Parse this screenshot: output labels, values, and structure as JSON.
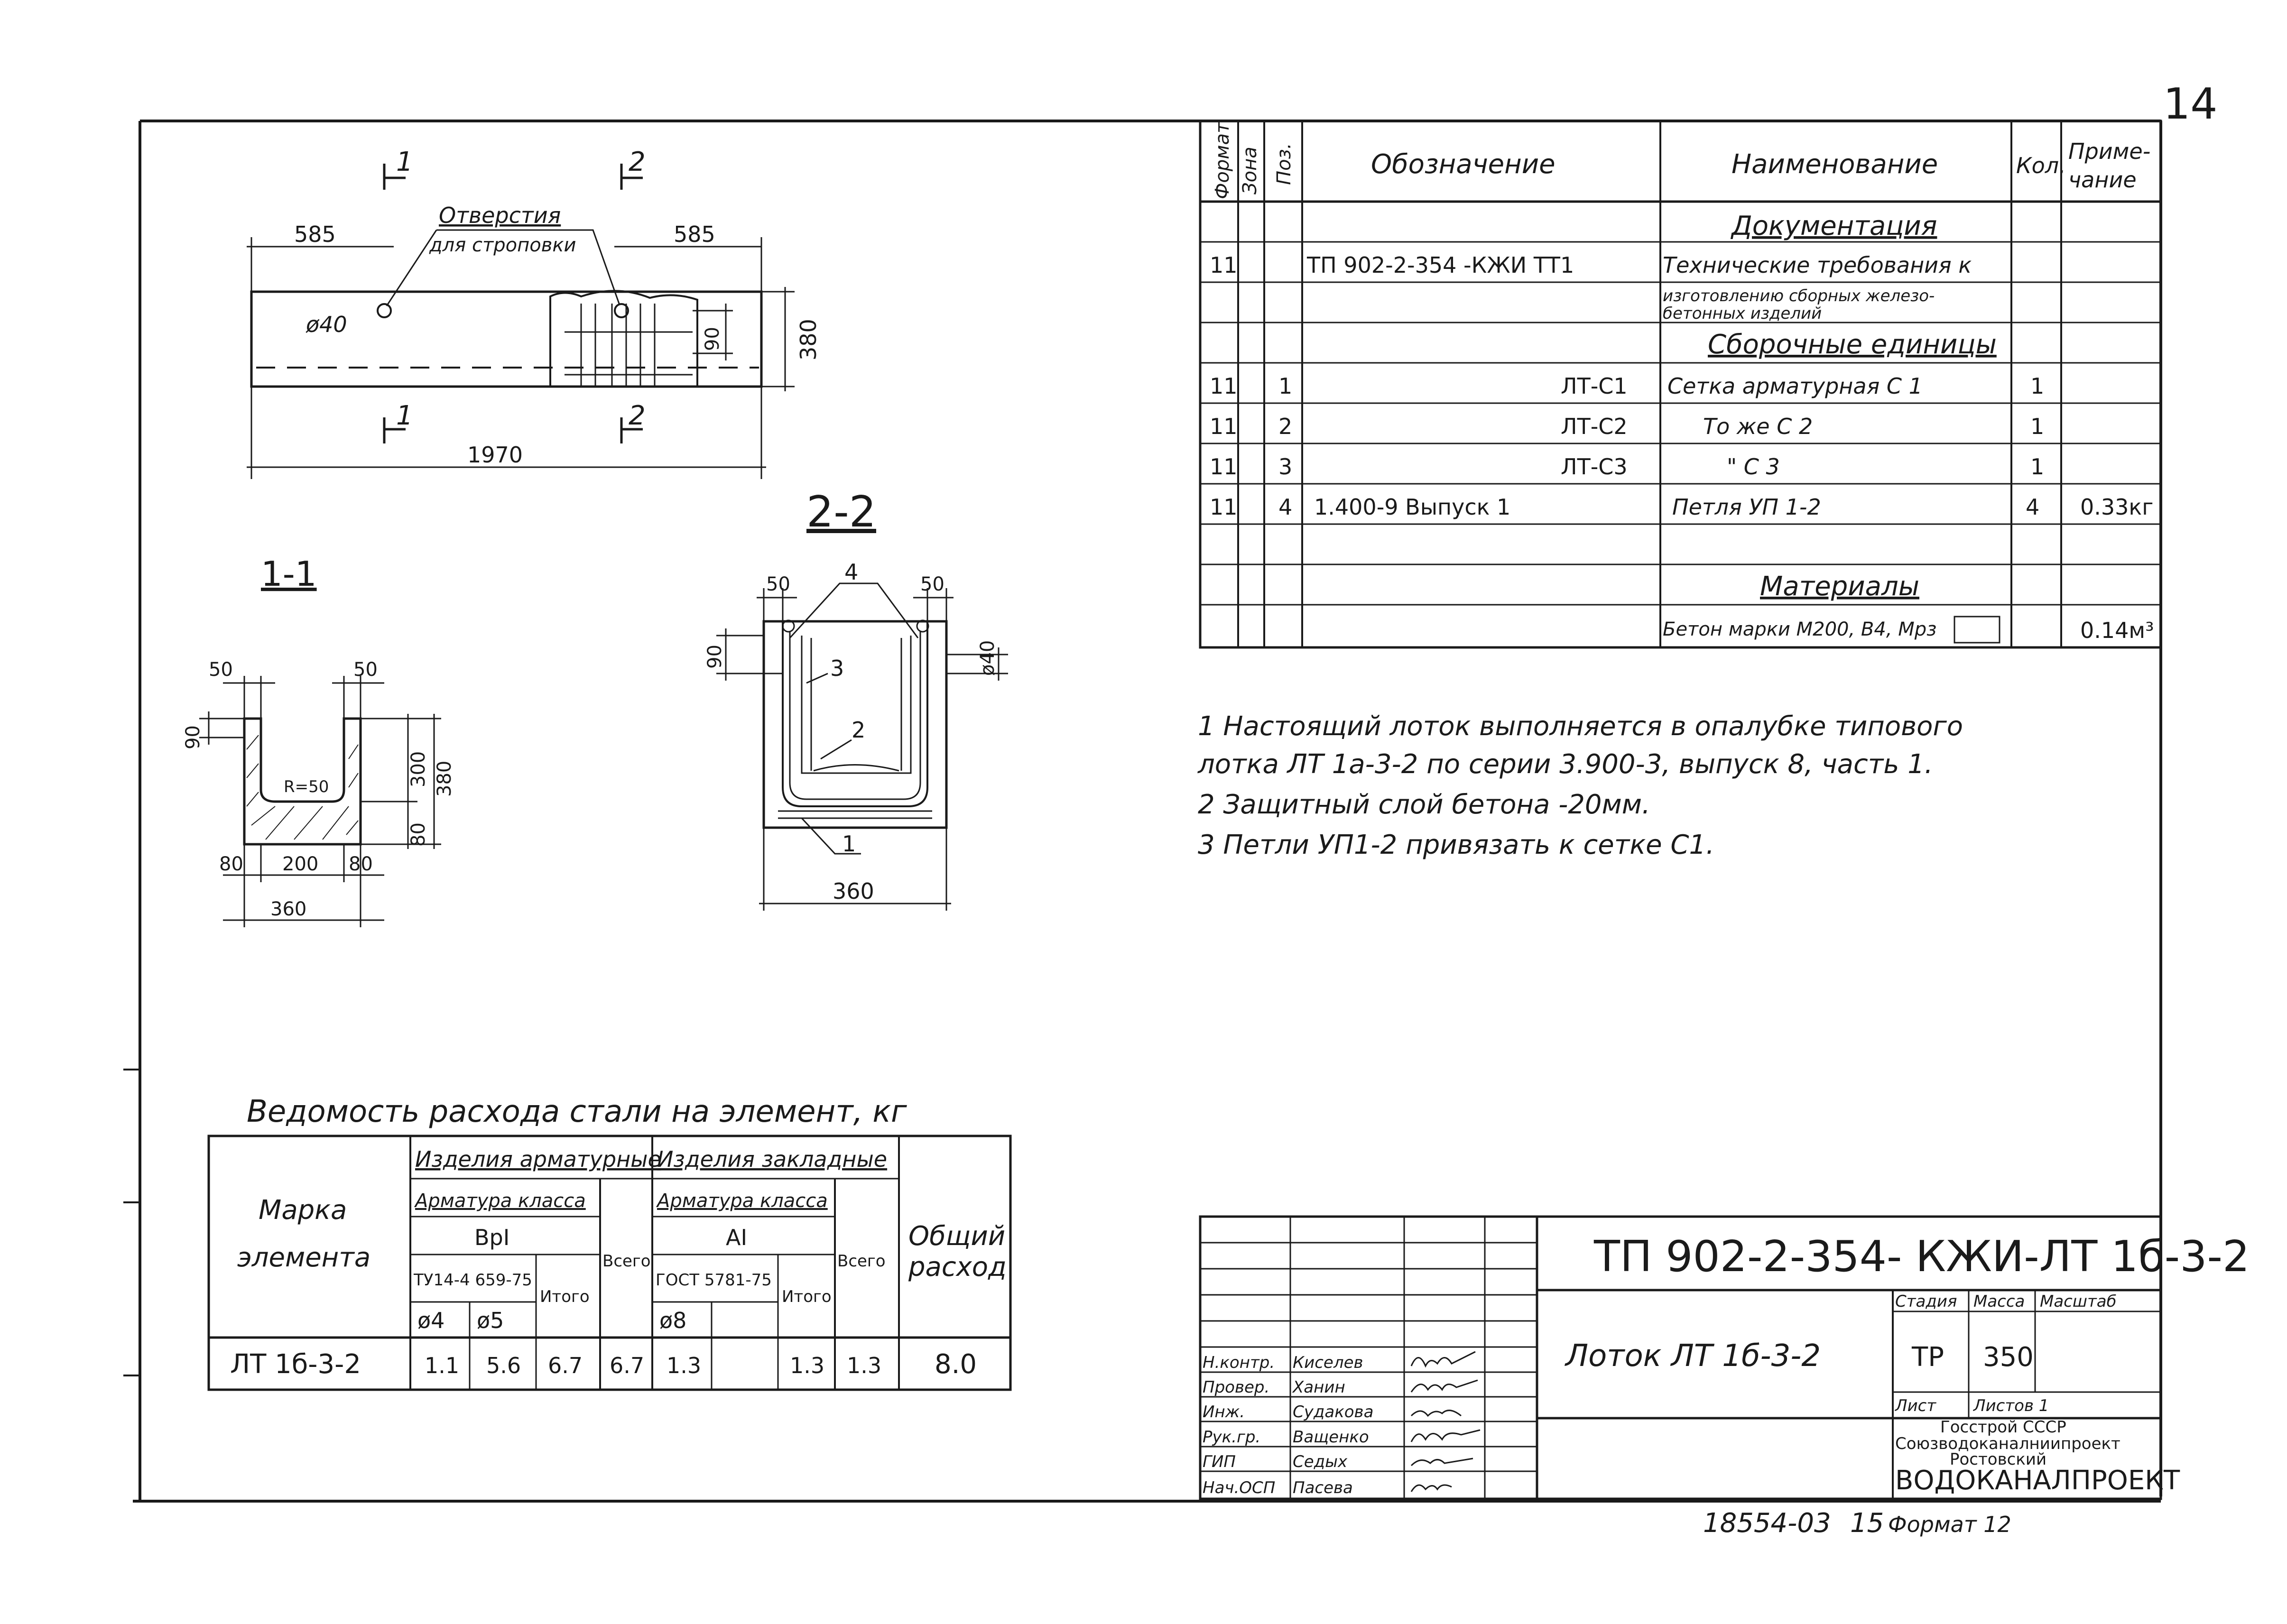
{
  "sheet": {
    "page_number": "14",
    "footer_code": "18554-03",
    "footer_sheet": "15",
    "footer_format": "Формат 12"
  },
  "plan": {
    "section_1_label": "1",
    "section_2_label": "2",
    "holes_label_line1": "Отверстия",
    "holes_label_line2": "для строповки",
    "dim_left": "585",
    "dim_right": "585",
    "dim_total": "1970",
    "dim_height": "380",
    "dim_90": "90",
    "hole_dia": "ø40"
  },
  "section_1_1": {
    "title": "1-1",
    "dim_50_left": "50",
    "dim_50_right": "50",
    "dim_90": "90",
    "radius": "R=50",
    "dim_300": "300",
    "dim_380": "380",
    "dim_80_side": "80",
    "dim_80_left": "80",
    "dim_200": "200",
    "dim_80_right": "80",
    "dim_360": "360"
  },
  "section_2_2": {
    "title": "2-2",
    "dim_50_left": "50",
    "dim_50_right": "50",
    "pos_4": "4",
    "pos_3": "3",
    "pos_2": "2",
    "pos_1": "1",
    "dim_90": "90",
    "hole_dia": "ø40",
    "dim_360": "360"
  },
  "spec": {
    "headers": {
      "format": "Формат",
      "zone": "Зона",
      "pos": "Поз.",
      "designation": "Обозначение",
      "name": "Наименование",
      "qty": "Кол.",
      "note_line1": "Приме-",
      "note_line2": "чание"
    },
    "section_documentation": "Документация",
    "section_assembly": "Сборочные единицы",
    "section_materials": "Материалы",
    "rows": [
      {
        "format": "11",
        "pos": "",
        "designation": "ТП 902-2-354  -КЖИ ТТ1",
        "name": "Технические требования к",
        "qty": "",
        "note": ""
      },
      {
        "format": "",
        "pos": "",
        "designation": "",
        "name": "изготовлению сборных железо-",
        "qty": "",
        "note": ""
      },
      {
        "format": "",
        "pos": "",
        "designation": "",
        "name": "бетонных изделий",
        "qty": "",
        "note": ""
      },
      {
        "format": "11",
        "pos": "1",
        "designation": "ЛТ-С1",
        "name": "Сетка  арматурная   С 1",
        "qty": "1",
        "note": ""
      },
      {
        "format": "11",
        "pos": "2",
        "designation": "ЛТ-С2",
        "name": "То   же                С 2",
        "qty": "1",
        "note": ""
      },
      {
        "format": "11",
        "pos": "3",
        "designation": "ЛТ-С3",
        "name": "\"                       С 3",
        "qty": "1",
        "note": ""
      },
      {
        "format": "11",
        "pos": "4",
        "designation": "1.400-9   Выпуск 1",
        "name": "Петля       УП 1-2",
        "qty": "4",
        "note": "0.33кг"
      },
      {
        "format": "",
        "pos": "",
        "designation": "",
        "name": "Бетон марки М200, В4, Мрз",
        "qty": "",
        "note": "0.14м³"
      }
    ]
  },
  "notes": [
    "1   Настоящий лоток выполняется в опалубке типового",
    "     лотка ЛТ 1а-3-2 по серии 3.900-3, выпуск 8, часть 1.",
    "2   Защитный слой бетона -20мм.",
    "3   Петли УП1-2 привязать к сетке С1."
  ],
  "steel": {
    "title": "Ведомость  расхода  стали  на  элемент,  кг",
    "col_mark_line1": "Марка",
    "col_mark_line2": "элемента",
    "group_rebar": "Изделия арматурные",
    "group_embedded": "Изделия закладные",
    "sub_rebar_class": "Арматура класса",
    "sub_embed_class": "Арматура класса",
    "class_bp": "ВрI",
    "class_a": "AI",
    "std_bp": "ТУ14-4 659-75",
    "std_a": "ГОСТ 5781-75",
    "itogo": "Итого",
    "vsego": "Всего",
    "total_line1": "Общий",
    "total_line2": "расход",
    "d4": "ø4",
    "d5": "ø5",
    "d8": "ø8",
    "row": {
      "mark": "ЛТ 1б-3-2",
      "v_d4": "1.1",
      "v_d5": "5.6",
      "v_itogo": "6.7",
      "v_vsego": "6.7",
      "v_d8": "1.3",
      "v_itogo2": "1.3",
      "v_vsego2": "1.3",
      "v_total": "8.0"
    }
  },
  "title_block": {
    "doc_code": "ТП 902-2-354- КЖИ-ЛТ 1б-3-2",
    "object_name": "Лоток  ЛТ 1б-3-2",
    "col_stage": "Стадия",
    "col_mass": "Масса",
    "col_scale": "Масштаб",
    "stage": "ТР",
    "mass": "350",
    "sheet_label": "Лист",
    "sheets_label": "Листов 1",
    "org_line1": "Госстрой СССР",
    "org_line2": "Союзводоканалниипроект",
    "org_line3": "Ростовский",
    "org_line4": "ВОДОКАНАЛПРОЕКТ",
    "signers": [
      {
        "role": "Н.контр.",
        "name": "Киселев"
      },
      {
        "role": "Провер.",
        "name": "Ханин"
      },
      {
        "role": "Инж.",
        "name": "Судакова"
      },
      {
        "role": "Рук.гр.",
        "name": "Ващенко"
      },
      {
        "role": "ГИП",
        "name": "Седых"
      },
      {
        "role": "Нач.ОСП",
        "name": "Пасева"
      }
    ]
  }
}
